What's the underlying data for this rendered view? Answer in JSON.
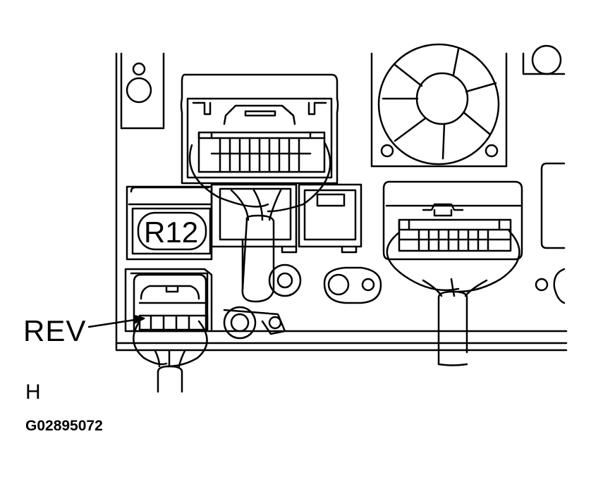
{
  "callout": {
    "label": "REV"
  },
  "connector_tag": {
    "label": "R12"
  },
  "view_letter": "H",
  "figure_code": "G02895072"
}
